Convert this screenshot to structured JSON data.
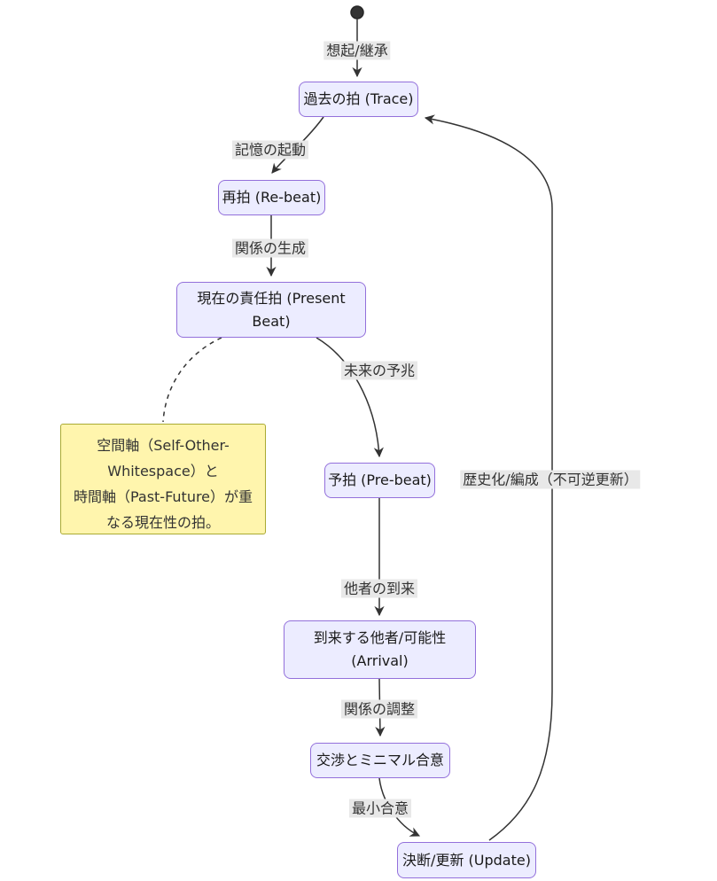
{
  "diagram": {
    "type": "state-diagram",
    "start_marker": "initial-state-dot",
    "nodes": [
      {
        "id": "trace",
        "label": "過去の拍 (Trace)"
      },
      {
        "id": "rebeat",
        "label": "再拍 (Re-beat)"
      },
      {
        "id": "present_beat",
        "label": "現在の責任拍 (Present Beat)"
      },
      {
        "id": "prebeat",
        "label": "予拍 (Pre-beat)"
      },
      {
        "id": "arrival",
        "label": "到来する他者/可能性 (Arrival)"
      },
      {
        "id": "negotiation",
        "label": "交渉とミニマル合意"
      },
      {
        "id": "update",
        "label": "決断/更新 (Update)"
      }
    ],
    "edges": [
      {
        "from": "start",
        "to": "trace",
        "label": "想起/継承"
      },
      {
        "from": "trace",
        "to": "rebeat",
        "label": "記憶の起動"
      },
      {
        "from": "rebeat",
        "to": "present_beat",
        "label": "関係の生成"
      },
      {
        "from": "present_beat",
        "to": "prebeat",
        "label": "未来の予兆"
      },
      {
        "from": "prebeat",
        "to": "arrival",
        "label": "他者の到来"
      },
      {
        "from": "arrival",
        "to": "negotiation",
        "label": "関係の調整"
      },
      {
        "from": "negotiation",
        "to": "update",
        "label": "最小合意"
      },
      {
        "from": "update",
        "to": "trace",
        "label": "歴史化/編成（不可逆更新）"
      }
    ],
    "note": {
      "attached_to": "present_beat",
      "lines": [
        "空間軸（Self-Other-Whitespace）と",
        "時間軸（Past-Future）が重なる現在性の拍。"
      ]
    },
    "colors": {
      "node_fill": "#ECECFF",
      "node_border": "#9370DB",
      "note_fill": "#FFF5AD",
      "note_border": "#AAAA33",
      "edge_stroke": "#333333",
      "edge_label_bg": "#E8E8E8",
      "text": "#1A1A1A",
      "background": "#FFFFFF"
    }
  }
}
